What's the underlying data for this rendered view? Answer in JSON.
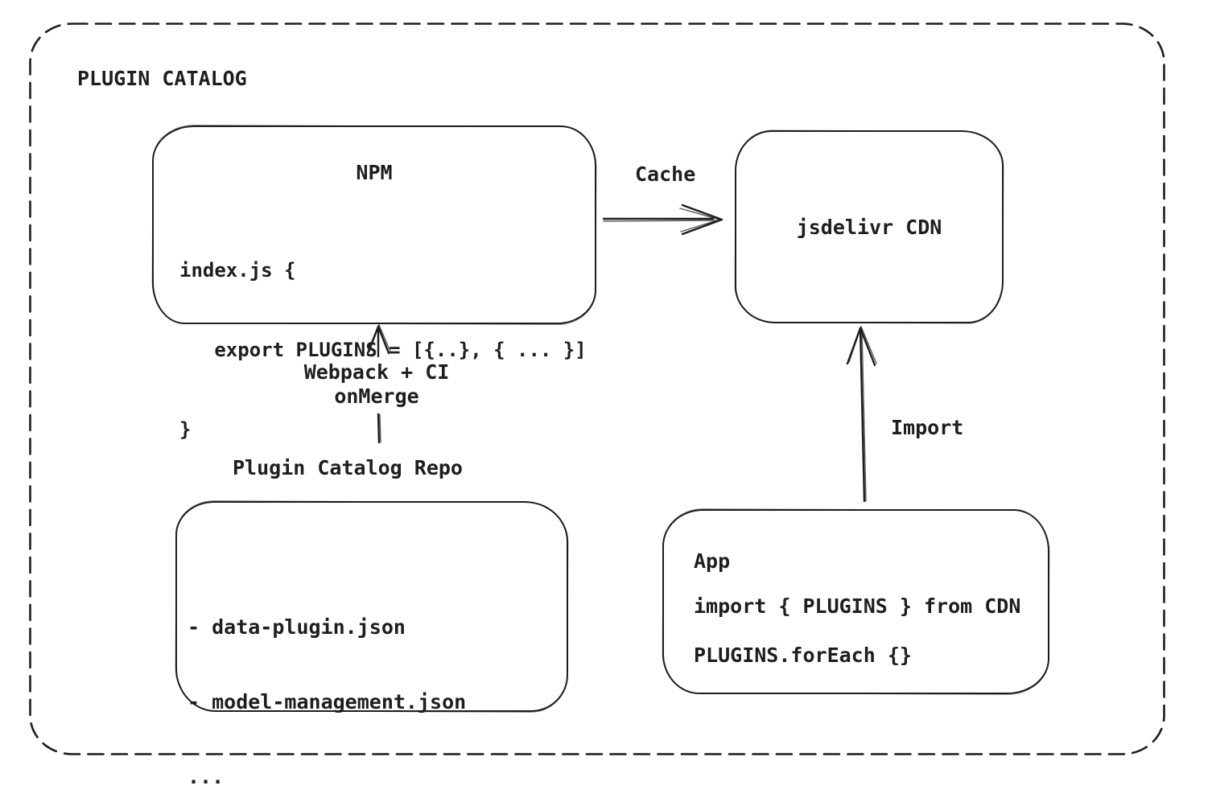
{
  "colors": {
    "stroke": "#1e1e1e",
    "background": "#ffffff"
  },
  "frame": {
    "title": "PLUGIN CATALOG"
  },
  "npm": {
    "title": "NPM",
    "code": [
      "index.js {",
      "   export PLUGINS = [{..}, { ... }]",
      "}"
    ]
  },
  "cdn": {
    "label": "jsdelivr CDN"
  },
  "cache_edge": {
    "label": "Cache"
  },
  "webpack_edge": {
    "line1": "Webpack + CI",
    "line2": "onMerge"
  },
  "repo": {
    "label": "Plugin Catalog Repo",
    "files": [
      "- data-plugin.json",
      "- model-management.json",
      "..."
    ]
  },
  "import_edge": {
    "label": "Import"
  },
  "app": {
    "title": "App",
    "code": [
      "import { PLUGINS } from CDN",
      "PLUGINS.forEach {}"
    ]
  }
}
